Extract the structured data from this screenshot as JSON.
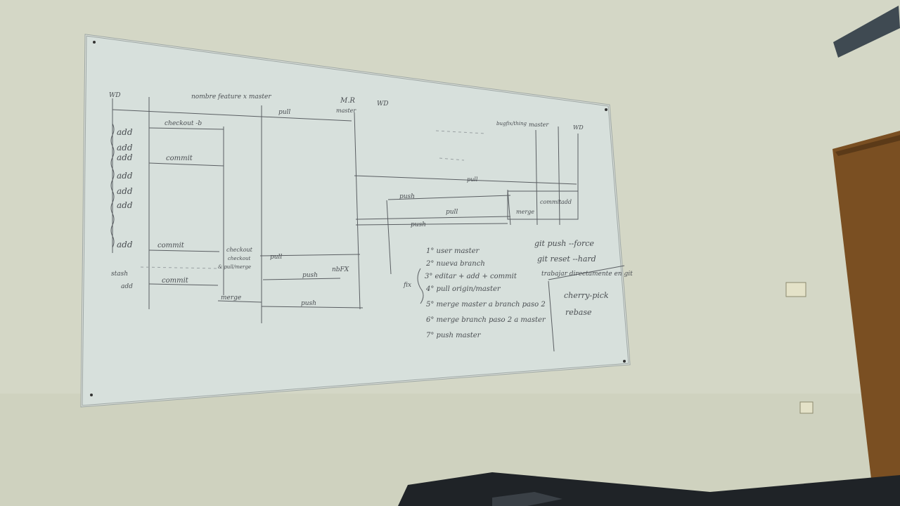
{
  "whiteboard": {
    "column_headers": {
      "wd": "WD",
      "branch": "nombre feature x master",
      "mr": "M.R",
      "mr_sub": "master",
      "wd2": "WD",
      "right_branch": "bugfix/thing",
      "right_master": "master",
      "right_wd": "WD"
    },
    "left_ops": [
      "add",
      "add",
      "add",
      "add",
      "add",
      "add",
      "add"
    ],
    "arrow_labels": {
      "checkout_b": "checkout -b",
      "commit_1": "commit",
      "commit_2": "commit",
      "commit_3": "commit",
      "pull_top": "pull",
      "pull_mid": "pull",
      "checkout_block": "checkout",
      "checkout_block_2": "checkout",
      "checkout_block_3": "& pull/merge",
      "push_1": "push",
      "push_2": "push",
      "merge": "merge",
      "nbfx": "nbFX",
      "stash": "stash",
      "add_last": "add",
      "r_pull": "pull",
      "r_push": "push",
      "r_push_2": "push",
      "r_merge": "merge",
      "r_commit": "commit",
      "r_add": "add",
      "r_pull_top": "pull"
    },
    "steps": [
      "1° user master",
      "2° nueva branch",
      "3° editar + add + commit",
      "4° pull origin/master",
      "5° merge master a branch paso 2",
      "6° merge branch paso 2 a master",
      "7° push master"
    ],
    "side_note": "fix",
    "commands": [
      "git push --force",
      "git reset --hard",
      "trabajar directamente en git"
    ],
    "extra_commands": [
      "cherry-pick",
      "rebase"
    ]
  }
}
